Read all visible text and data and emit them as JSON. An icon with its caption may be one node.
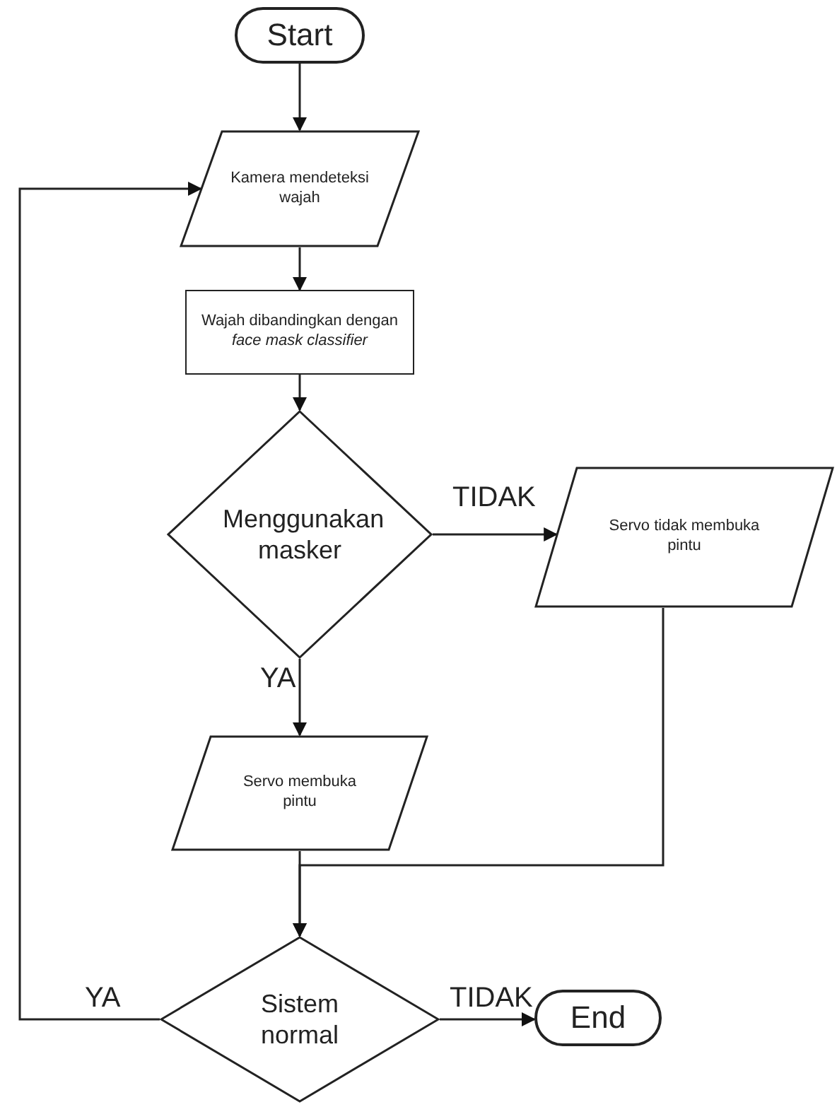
{
  "diagram": {
    "nodes": [
      {
        "text": [
          "Start"
        ]
      },
      {
        "text": [
          "Kamera mendeteksi wajah"
        ]
      },
      {
        "text": [
          "Wajah dibandingkan dengan *face mask classifier*"
        ]
      },
      {
        "text": [
          "Menggunakan masker"
        ]
      },
      {
        "text": [
          "Servo tidak membuka pintu"
        ]
      },
      {
        "text": [
          "Servo membuka pintu"
        ]
      },
      {
        "text": [
          "Sistem normal"
        ]
      },
      {
        "text": [
          "End"
        ]
      }
    ],
    "edges": [
      {
        "from": 0,
        "to": 1,
        "arrow": "to"
      },
      {
        "from": 1,
        "to": 2,
        "arrow": "to"
      },
      {
        "from": 2,
        "to": 3,
        "arrow": "to"
      },
      {
        "from": 3,
        "to": 4,
        "arrow": "to",
        "label": "TIDAK"
      },
      {
        "from": 3,
        "to": 5,
        "arrow": "to",
        "label": "YA"
      },
      {
        "from": 5,
        "to": 6,
        "arrow": "to"
      },
      {
        "from": 4,
        "to": 6,
        "arrow": "to"
      },
      {
        "from": 6,
        "to": 7,
        "arrow": "to",
        "label": "TIDAK"
      },
      {
        "from": 6,
        "to": 1,
        "arrow": "to",
        "label": "YA"
      }
    ]
  }
}
